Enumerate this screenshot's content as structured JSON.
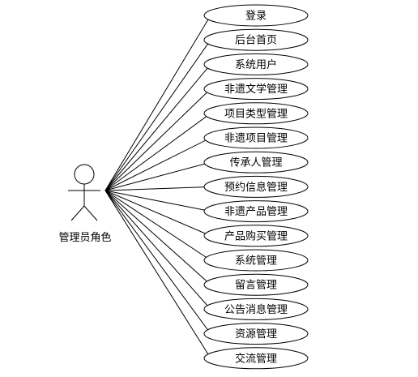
{
  "actor": {
    "label": "管理员角色"
  },
  "use_cases": [
    "登录",
    "后台首页",
    "系统用户",
    "非遗文学管理",
    "项目类型管理",
    "非遗项目管理",
    "传承人管理",
    "预约信息管理",
    "非遗产品管理",
    "产品购买管理",
    "系统管理",
    "留言管理",
    "公告消息管理",
    "资源管理",
    "交流管理"
  ]
}
